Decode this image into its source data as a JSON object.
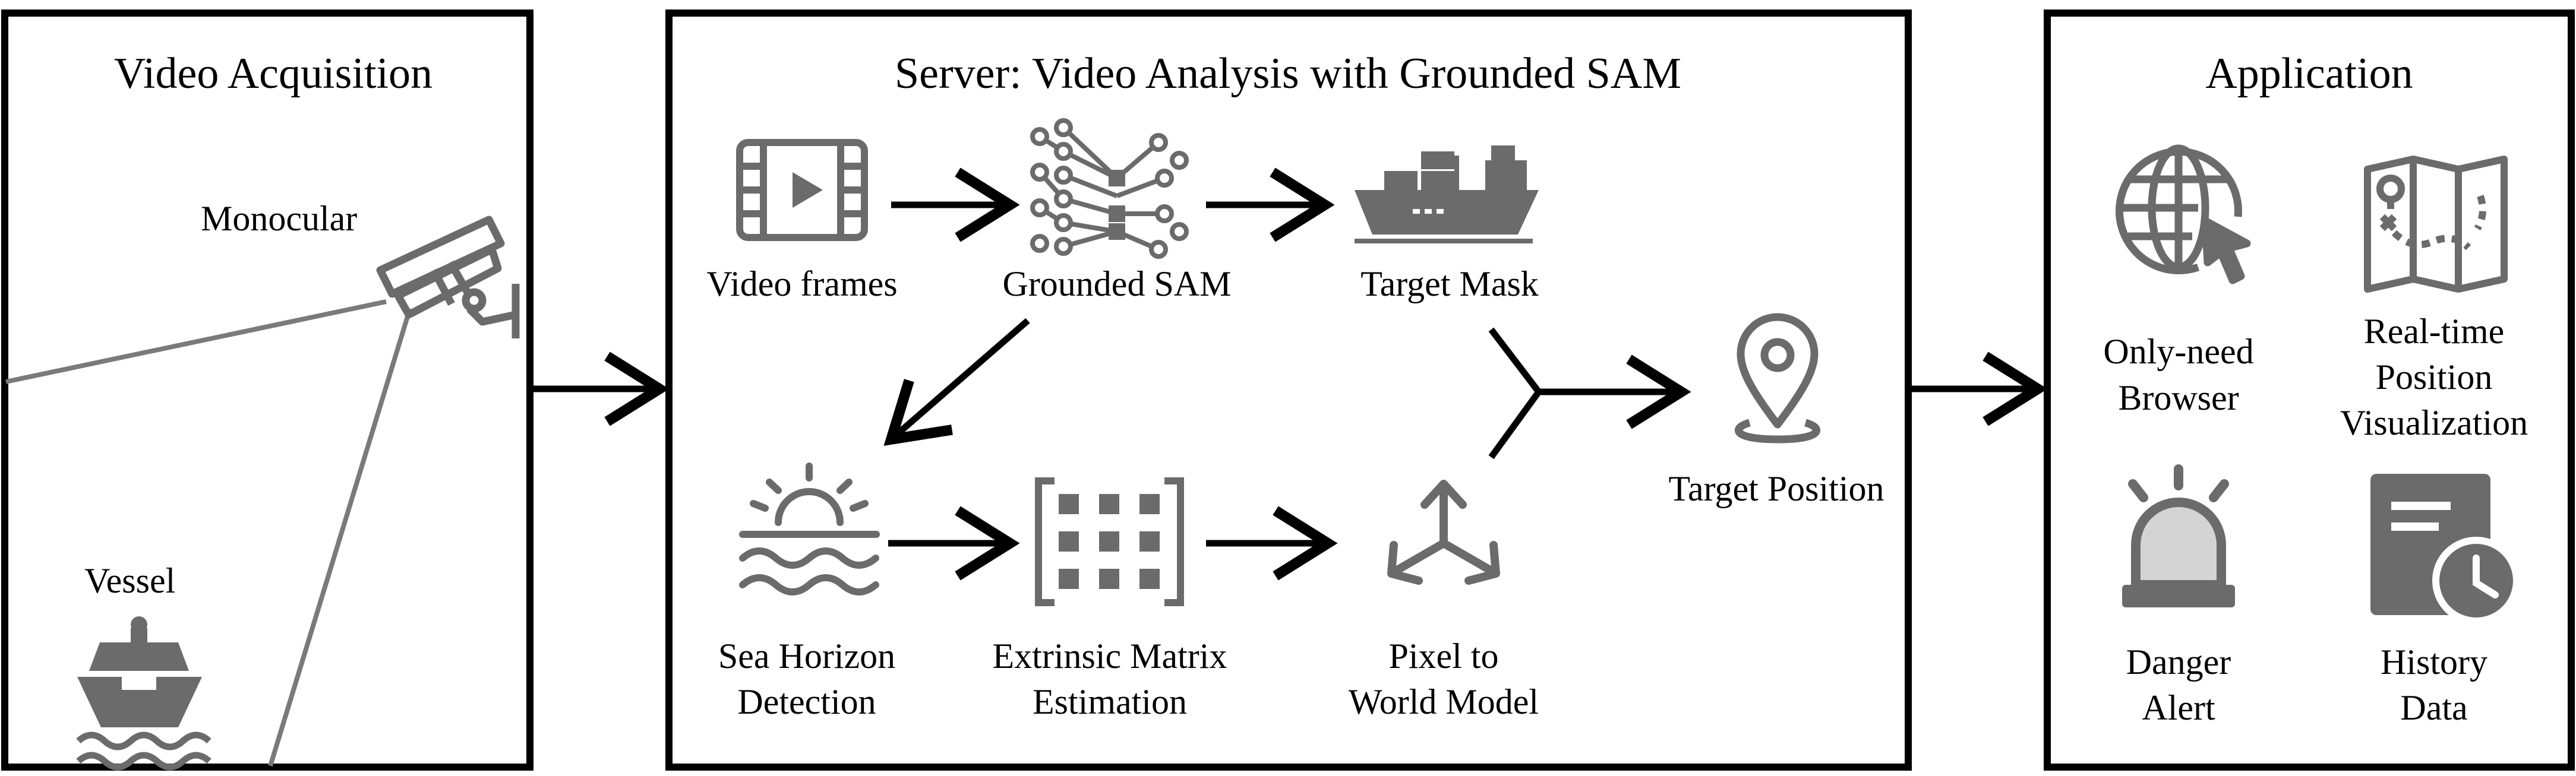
{
  "panels": {
    "acquisition": {
      "title": "Video Acquisition",
      "monocular_label": "Monocular",
      "vessel_label": "Vessel"
    },
    "server": {
      "title": "Server: Video Analysis with Grounded SAM",
      "video_frames": "Video frames",
      "grounded_sam": "Grounded SAM",
      "target_mask": "Target Mask",
      "target_position": "Target Position",
      "sea_horizon": {
        "line1": "Sea Horizon",
        "line2": "Detection"
      },
      "extrinsic": {
        "line1": "Extrinsic Matrix",
        "line2": "Estimation"
      },
      "pixel_world": {
        "line1": "Pixel to",
        "line2": "World Model"
      }
    },
    "application": {
      "title": "Application",
      "browser": {
        "line1": "Only-need",
        "line2": "Browser"
      },
      "realtime": {
        "line1": "Real-time",
        "line2": "Position",
        "line3": "Visualization"
      },
      "danger": {
        "line1": "Danger",
        "line2": "Alert"
      },
      "history": {
        "line1": "History",
        "line2": "Data"
      }
    }
  },
  "colors": {
    "icon": "#6b6b6b",
    "icon_light": "#d4d4d4",
    "stroke": "#000000",
    "sight_line": "#7a7a7a"
  }
}
